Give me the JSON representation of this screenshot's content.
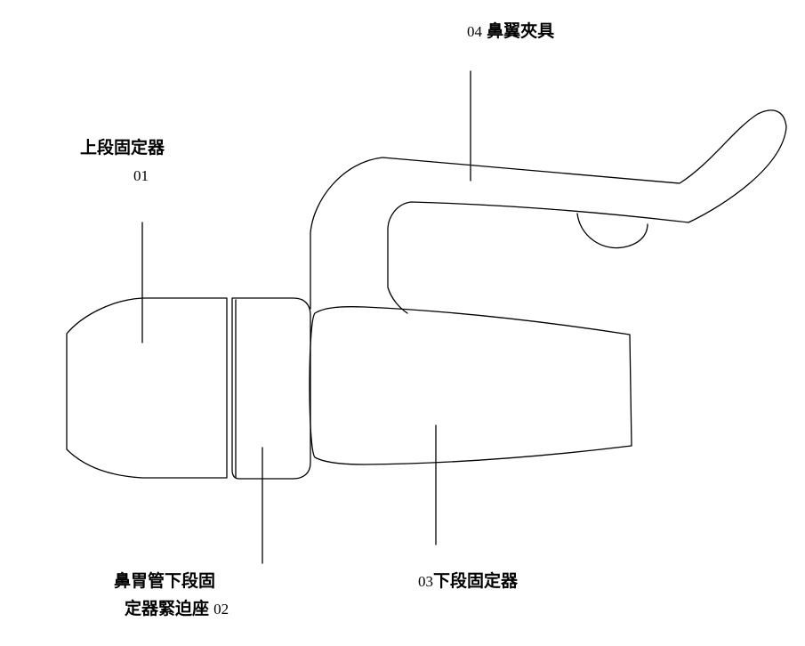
{
  "labels": {
    "part_04": {
      "number": "04",
      "text": "鼻翼夾具"
    },
    "part_01": {
      "text": "上段固定器",
      "number": "01"
    },
    "part_02": {
      "line1": "鼻胃管下段固",
      "line2_text": "定器緊迫座",
      "number": "02"
    },
    "part_03": {
      "number": "03",
      "text": "下段固定器"
    }
  },
  "colors": {
    "stroke": "#000000",
    "background": "#ffffff"
  }
}
